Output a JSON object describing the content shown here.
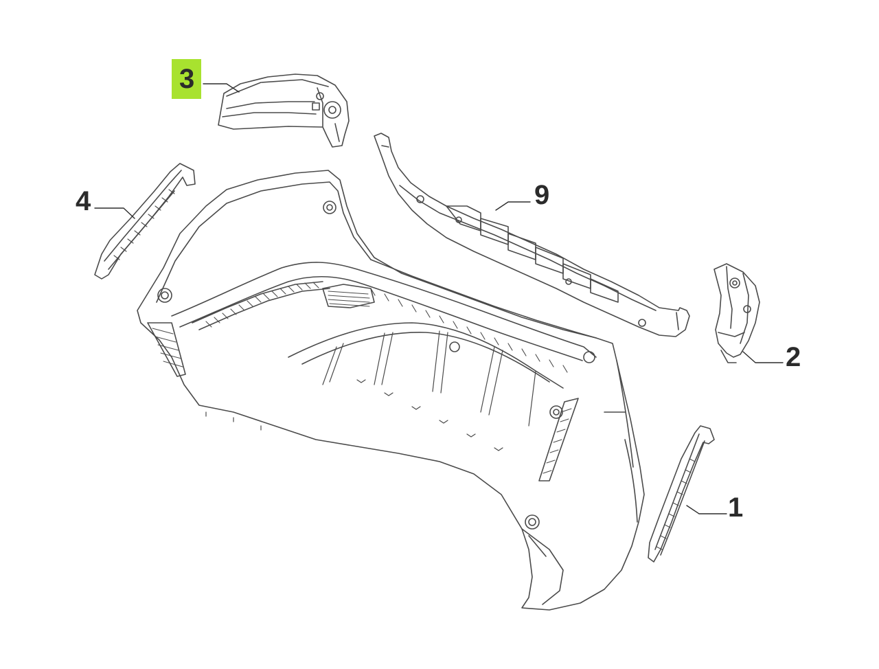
{
  "diagram": {
    "stroke_color": "#4a4a4a",
    "highlight_color": "#a8e22f",
    "parts": [
      {
        "id": "bumper",
        "name": "rear-bumper-cover"
      },
      {
        "id": "p1",
        "name": "bracket-1",
        "label": "1"
      },
      {
        "id": "p2",
        "name": "bracket-2",
        "label": "2"
      },
      {
        "id": "p3",
        "name": "bracket-3",
        "label": "3",
        "highlighted": true
      },
      {
        "id": "p4",
        "name": "bracket-4",
        "label": "4"
      },
      {
        "id": "p9",
        "name": "reinforcement-9",
        "label": "9"
      }
    ]
  }
}
